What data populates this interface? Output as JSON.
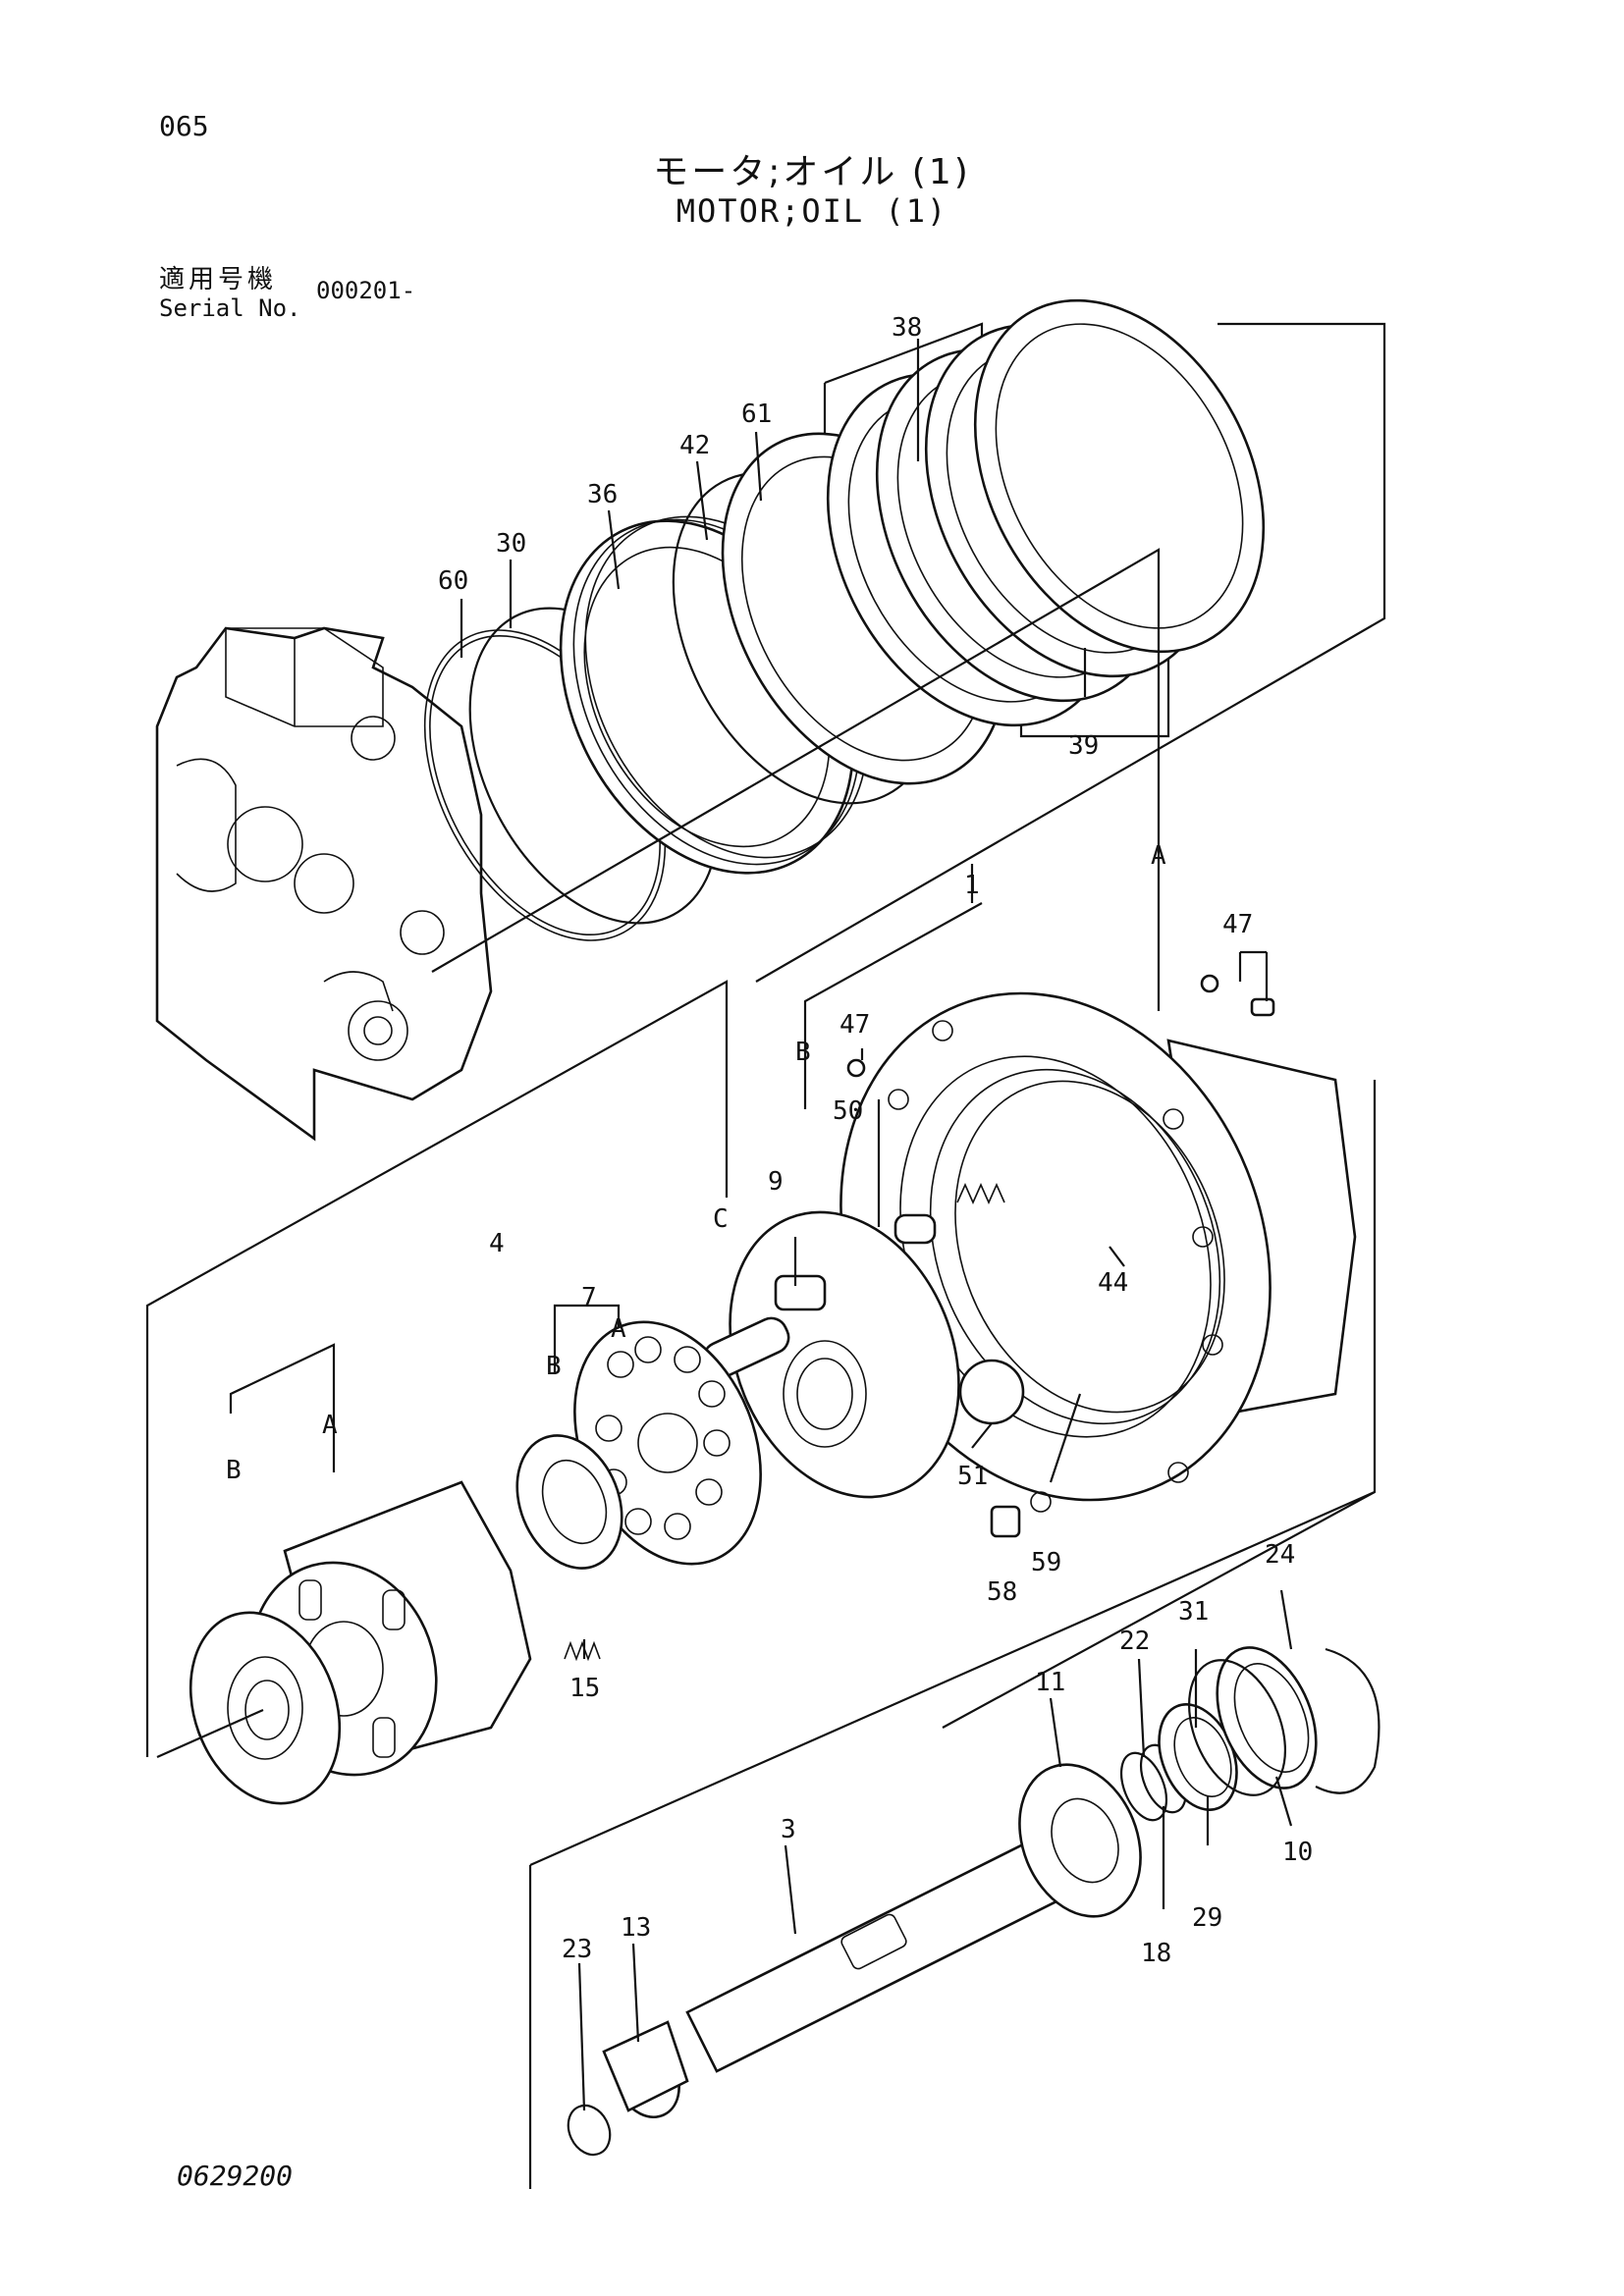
{
  "page_number": "065",
  "title": {
    "japanese": "モータ;オイル (1)",
    "english": "MOTOR;OIL (1)"
  },
  "serial": {
    "label_japanese": "適用号機",
    "label_english": "Serial No.",
    "value": "000201-"
  },
  "document_code": "0629200",
  "callouts": {
    "c38": "38",
    "c61": "61",
    "c42": "42",
    "c36": "36",
    "c30": "30",
    "c60": "60",
    "c39": "39",
    "c1": "1",
    "cA1": "A",
    "c47a": "47",
    "c47b": "47",
    "cB1": "B",
    "c50": "50",
    "c44": "44",
    "c9": "9",
    "cC": "C",
    "c4": "4",
    "c7": "7",
    "cB2": "B",
    "cA2": "A",
    "cA3": "A",
    "cB3": "B",
    "c51": "51",
    "c58": "58",
    "c59": "59",
    "c15": "15",
    "c24": "24",
    "c31": "31",
    "c22": "22",
    "c11": "11",
    "c10": "10",
    "c29": "29",
    "c18": "18",
    "c3": "3",
    "c13": "13",
    "c23": "23"
  }
}
